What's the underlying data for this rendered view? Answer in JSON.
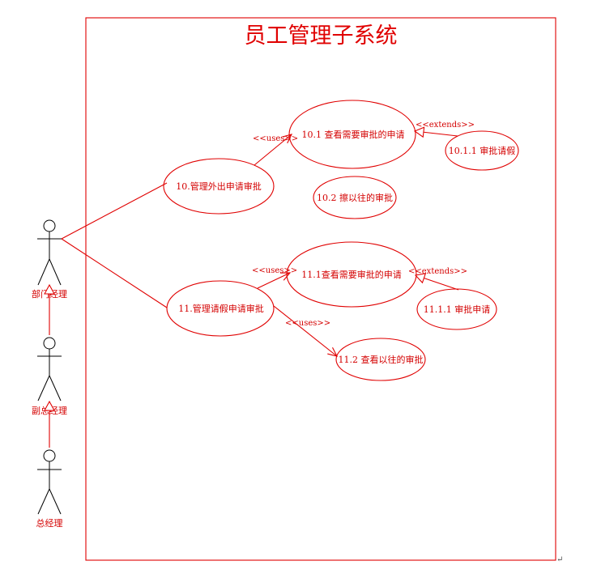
{
  "system": {
    "title": "员工管理子系统"
  },
  "actors": [
    {
      "id": "dept",
      "label": "部门经理"
    },
    {
      "id": "vice",
      "label": "副总经理"
    },
    {
      "id": "gm",
      "label": "总经理"
    }
  ],
  "use_cases": [
    {
      "id": "uc10",
      "label": "10.管理外出申请审批"
    },
    {
      "id": "uc10_1",
      "label": "10.1 查看需要审批的申请"
    },
    {
      "id": "uc10_1_1",
      "label": "10.1.1 审批请假"
    },
    {
      "id": "uc10_2",
      "label": "10.2 擦以往的审批"
    },
    {
      "id": "uc11",
      "label": "11.管理请假申请审批"
    },
    {
      "id": "uc11_1",
      "label": "11.1查看需要审批的申请"
    },
    {
      "id": "uc11_1_1",
      "label": "11.1.1 审批申请"
    },
    {
      "id": "uc11_2",
      "label": "11.2 查看以往的审批"
    }
  ],
  "relations": {
    "uses_1": "<<uses>>",
    "extends_1": "<<extends>>",
    "uses_2": "<<uses>>",
    "extends_2": "<<extends>>",
    "uses_3": "<<uses>>"
  },
  "paragraph_mark": "↵"
}
